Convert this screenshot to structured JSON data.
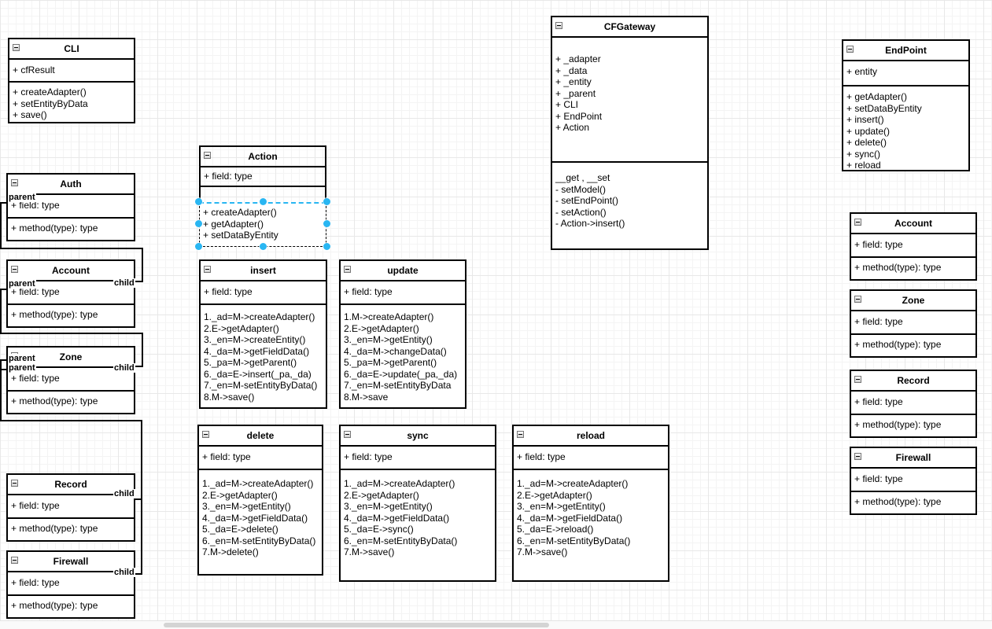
{
  "colors": {
    "selection_handle": "#29b6f2",
    "box_stroke": "#000000",
    "box_fill": "#ffffff"
  },
  "classes": {
    "cli": {
      "title": "CLI",
      "fields": [
        "+ cfResult"
      ],
      "methods": [
        "+ createAdapter()",
        "+ setEntityByData",
        "+ save()"
      ]
    },
    "auth": {
      "title": "Auth",
      "fields": [
        "+ field: type"
      ],
      "methods": [
        "+ method(type): type"
      ]
    },
    "account_left": {
      "title": "Account",
      "fields": [
        "+ field: type"
      ],
      "methods": [
        "+ method(type): type"
      ]
    },
    "zone_left": {
      "title": "Zone",
      "fields": [
        "+ field: type"
      ],
      "methods": [
        "+ method(type): type"
      ]
    },
    "record_left": {
      "title": "Record",
      "fields": [
        "+ field: type"
      ],
      "methods": [
        "+ method(type): type"
      ]
    },
    "firewall_left": {
      "title": "Firewall",
      "fields": [
        "+ field: type"
      ],
      "methods": [
        "+ method(type): type"
      ]
    },
    "action": {
      "title": "Action",
      "fields": [
        "+ field: type"
      ],
      "methods": [
        "+ createAdapter()",
        "+ getAdapter()",
        "+ setDataByEntity"
      ]
    },
    "insert": {
      "title": "insert",
      "fields": [
        "+ field: type"
      ],
      "methods": [
        "1._ad=M->createAdapter()",
        "2.E->getAdapter()",
        "3._en=M->createEntity()",
        "4._da=M->getFieldData()",
        "5._pa=M->getParent()",
        "6._da=E->insert(_pa,_da)",
        "7._en=M-setEntityByData()",
        "8.M->save()"
      ]
    },
    "update": {
      "title": "update",
      "fields": [
        "+ field: type"
      ],
      "methods": [
        "1.M->createAdapter()",
        "2.E->getAdapter()",
        "3._en=M->getEntity()",
        "4._da=M->changeData()",
        "5._pa=M->getParent()",
        "6._da=E->update(_pa,_da)",
        "7._en=M-setEntityByData",
        "8.M->save"
      ]
    },
    "delete": {
      "title": "delete",
      "fields": [
        "+ field: type"
      ],
      "methods": [
        "1._ad=M->createAdapter()",
        "2.E->getAdapter()",
        "3._en=M->getEntity()",
        "4._da=M->getFieldData()",
        "5._da=E->delete()",
        "6._en=M-setEntityByData()",
        "7.M->delete()"
      ]
    },
    "sync": {
      "title": "sync",
      "fields": [
        "+ field: type"
      ],
      "methods": [
        "1._ad=M->createAdapter()",
        "2.E->getAdapter()",
        "3._en=M->getEntity()",
        "4._da=M->getFieldData()",
        "5._da=E->sync()",
        "6._en=M-setEntityByData()",
        "7.M->save()"
      ]
    },
    "reload": {
      "title": "reload",
      "fields": [
        "+ field: type"
      ],
      "methods": [
        "1._ad=M->createAdapter()",
        "2.E->getAdapter()",
        "3._en=M->getEntity()",
        "4._da=M->getFieldData()",
        "5._da=E->reload()",
        "6._en=M-setEntityByData()",
        "7.M->save()"
      ]
    },
    "cfgateway": {
      "title": "CFGateway",
      "fields": [
        "+ _adapter",
        "+ _data",
        "+ _entity",
        "+ _parent",
        "+ CLI",
        "+ EndPoint",
        "+ Action"
      ],
      "methods": [
        "__get , __set",
        "- setModel()",
        "- setEndPoint()",
        "- setAction()",
        "- Action->insert()"
      ]
    },
    "endpoint": {
      "title": "EndPoint",
      "fields": [
        "+ entity"
      ],
      "methods": [
        "+ getAdapter()",
        "+ setDataByEntity",
        "+ insert()",
        "+ update()",
        "+ delete()",
        "+ sync()",
        "+ reload"
      ]
    },
    "account_right": {
      "title": "Account",
      "fields": [
        "+ field: type"
      ],
      "methods": [
        "+ method(type): type"
      ]
    },
    "zone_right": {
      "title": "Zone",
      "fields": [
        "+ field: type"
      ],
      "methods": [
        "+ method(type): type"
      ]
    },
    "record_right": {
      "title": "Record",
      "fields": [
        "+ field: type"
      ],
      "methods": [
        "+ method(type): type"
      ]
    },
    "firewall_right": {
      "title": "Firewall",
      "fields": [
        "+ field: type"
      ],
      "methods": [
        "+ method(type): type"
      ]
    }
  },
  "edges": [
    {
      "source": "Account",
      "source_label": "child",
      "target": "Auth",
      "target_label": "parent"
    },
    {
      "source": "Zone",
      "source_label": "child",
      "target": "Account",
      "target_label": "parent"
    },
    {
      "source": "Record",
      "source_label": "child",
      "target": "Zone",
      "target_label": "parent"
    },
    {
      "source": "Firewall",
      "source_label": "child",
      "target": "Zone",
      "target_label": "parent"
    }
  ]
}
